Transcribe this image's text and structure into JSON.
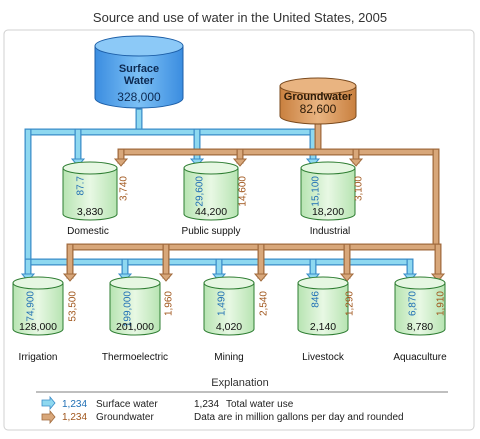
{
  "title": "Source and use of water in the United States, 2005",
  "sources": {
    "surface": {
      "name_line1": "Surface",
      "name_line2": "Water",
      "total": "328,000"
    },
    "ground": {
      "name": "Groundwater",
      "total": "82,600"
    }
  },
  "uses": [
    {
      "name": "Domestic",
      "surface": "87.7",
      "ground": "3,740",
      "total": "3,830"
    },
    {
      "name": "Public supply",
      "surface": "29,600",
      "ground": "14,600",
      "total": "44,200"
    },
    {
      "name": "Industrial",
      "surface": "15,100",
      "ground": "3,100",
      "total": "18,200"
    },
    {
      "name": "Irrigation",
      "surface": "74,900",
      "ground": "53,500",
      "total": "128,000"
    },
    {
      "name": "Thermoelectric",
      "surface": "199,000",
      "ground": "1,960",
      "total": "201,000"
    },
    {
      "name": "Mining",
      "surface": "1,490",
      "ground": "2,540",
      "total": "4,020"
    },
    {
      "name": "Livestock",
      "surface": "846",
      "ground": "1,290",
      "total": "2,140"
    },
    {
      "name": "Aquaculture",
      "surface": "6,870",
      "ground": "1,910",
      "total": "8,780"
    }
  ],
  "explanation": {
    "heading": "Explanation",
    "surface_value": "1,234",
    "surface_label": "Surface water",
    "ground_value": "1,234",
    "ground_label": "Groundwater",
    "total_value": "1,234",
    "total_label": "Total water use",
    "note": "Data are in million gallons per day and rounded"
  },
  "colors": {
    "surface_pipe": "#8ed8f0",
    "surface_pipe_edge": "#3a8cc8",
    "surface_text": "#1f6fb5",
    "ground_pipe": "#d8a77a",
    "ground_pipe_edge": "#a06a3c",
    "ground_text": "#a0561c",
    "tank_fill": "#cdeec9",
    "tank_edge": "#2e7d32",
    "surface_source_fill": "#4a9de8",
    "ground_source_fill": "#d9975a"
  }
}
